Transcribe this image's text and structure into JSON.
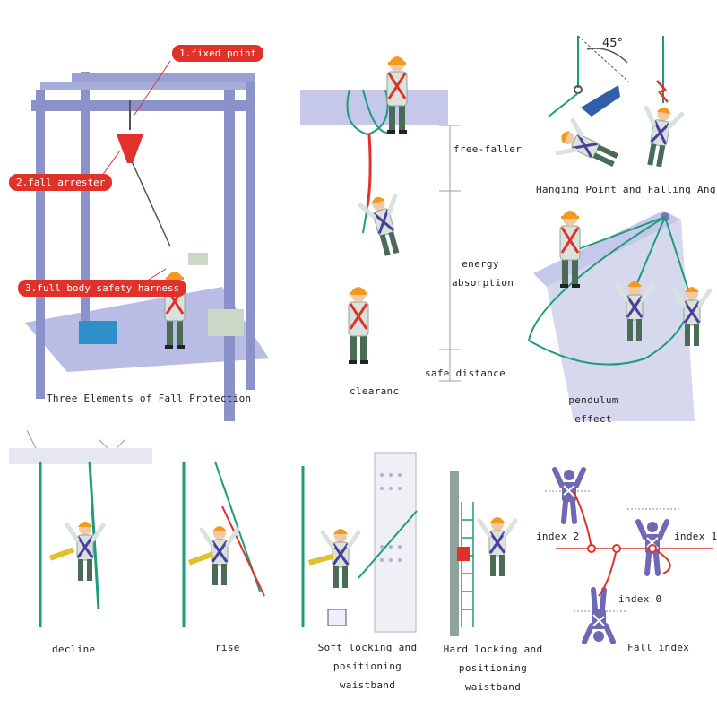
{
  "panels": {
    "three_elements": {
      "caption": "Three Elements of Fall Protection",
      "labels": [
        "1.fixed point",
        "2.fall arrester",
        "3.full body safety harness"
      ]
    },
    "clearance": {
      "caption": "clearanc",
      "zones": [
        "free-faller",
        "energy absorption",
        "safe distance"
      ]
    },
    "hanging_point": {
      "caption": "Hanging Point and Falling Angle",
      "angle": "45°"
    },
    "pendulum": {
      "caption": "pendulum effect"
    },
    "decline": {
      "caption": "decline"
    },
    "rise": {
      "caption": "rise"
    },
    "soft_locking": {
      "caption": "Soft locking and positioning waistband"
    },
    "hard_locking": {
      "caption": "Hard locking and positioning waistband"
    },
    "fall_index": {
      "caption": "Fall index",
      "labels": [
        "index 2",
        "index 1",
        "index 0"
      ]
    }
  },
  "colors": {
    "frame": "#8a92c9",
    "rope": "#1e9b7b",
    "red": "#e0312b",
    "helmet": "#f39a1e",
    "body": "#d9e2dc",
    "pants": "#4a6b55",
    "harness": "#4b3f9c"
  }
}
